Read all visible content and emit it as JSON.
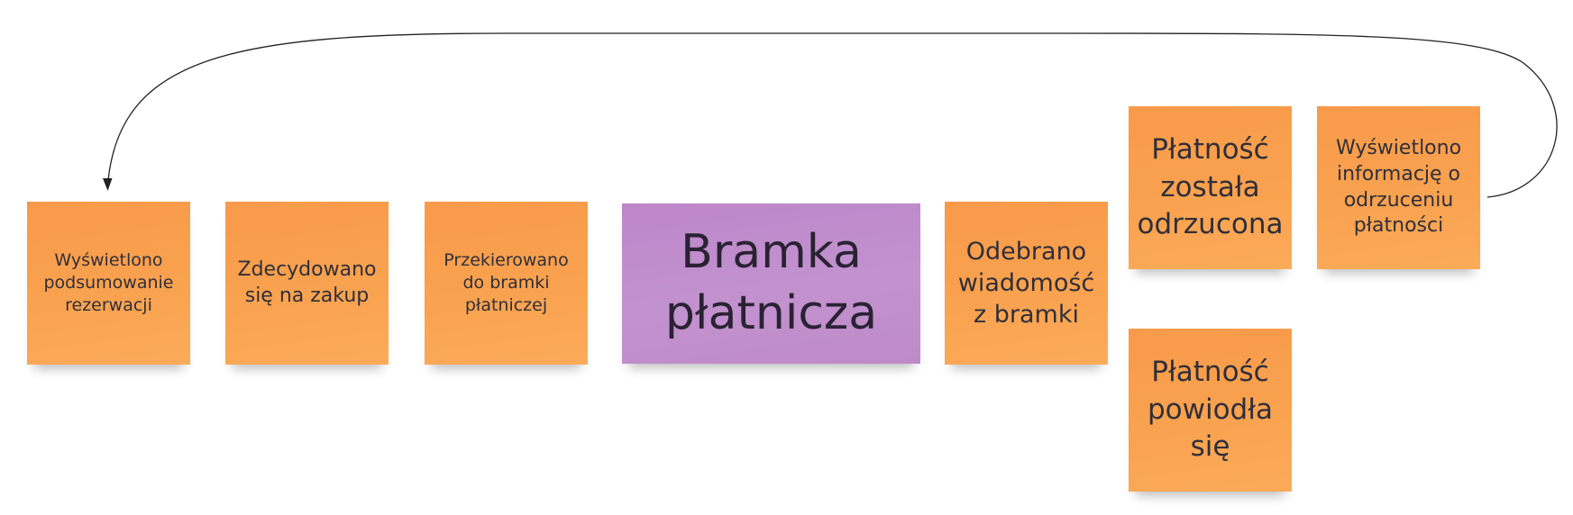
{
  "board": {
    "colors": {
      "event": "#f9a24f",
      "system": "#c290cf",
      "text": "#2f2f3a",
      "connector": "#222222"
    },
    "stickies": [
      {
        "id": "s1",
        "kind": "event",
        "text": "Wyświetlono\npodsumowanie\nrezerwacji"
      },
      {
        "id": "s2",
        "kind": "event",
        "text": "Zdecydowano\nsię na zakup"
      },
      {
        "id": "s3",
        "kind": "event",
        "text": "Przekierowano\ndo bramki\npłatniczej"
      },
      {
        "id": "s4",
        "kind": "system",
        "text": "Bramka\npłatnicza"
      },
      {
        "id": "s5",
        "kind": "event",
        "text": "Odebrano\nwiadomość\nz bramki"
      },
      {
        "id": "s6",
        "kind": "event",
        "text": "Płatność\nzostała\nodrzucona"
      },
      {
        "id": "s7",
        "kind": "event",
        "text": "Wyświetlono\ninformację o\nodrzuceniu\npłatności"
      },
      {
        "id": "s8",
        "kind": "event",
        "text": "Płatność\npowiodła\nsię"
      }
    ],
    "connectors": [
      {
        "from": "s7",
        "to": "s1",
        "icon": "arrow-head-icon"
      }
    ]
  }
}
